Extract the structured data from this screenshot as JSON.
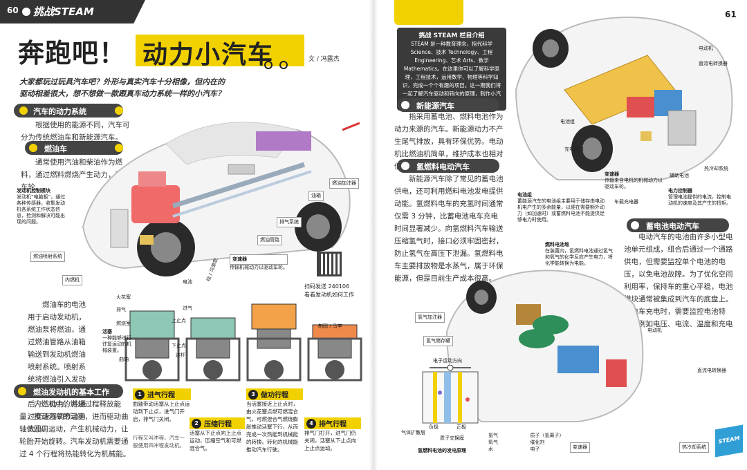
{
  "left_page": {
    "page_number": "60",
    "brand": "挑战STEAM",
    "title_part1": "奔跑吧！",
    "title_part2": "动力小汽车",
    "author": "文 / 冯露杰",
    "lead": "大家都玩过玩具汽车吧？外形与真实汽车十分相像，但内在的驱动相差很大，想不想做一款跟真车动力系统一样的小汽车？",
    "section1": {
      "heading": "汽车的动力系统",
      "text": "根据使用的能源不同，汽车可分为传统燃油车和新能源汽车。"
    },
    "section2": {
      "heading": "燃油车",
      "text": "通常使用汽油和柴油作为燃料，通过燃料燃烧产生动力，驱动车轮。"
    },
    "car_labels": {
      "ecu": "发动机控制模块",
      "ecu_desc": "发动机“电脑板”，通过各种传感器，收集发动机各系统工作状态信息，检测和解决可能出现的问题。",
      "fuel_filler": "燃油加注器",
      "fuel_tank": "油箱",
      "exhaust": "排气系统",
      "fuel_line": "燃油管路",
      "fuel_injection": "燃油喷射系统",
      "engine": "内燃机",
      "transmission": "变速器",
      "transmission_desc": "传输机械动力以驱动车轮。",
      "battery": "电池",
      "illustrator": "绘 / 冯源宏"
    },
    "qr_caption_1": "扫码发送 240106",
    "qr_caption_2": "看看发动机如何工作",
    "section3_text": "燃油车的电池用于启动发动机，燃油泵将燃油，通过燃油管路从油箱输送到发动机燃油喷射系统。喷射系统将燃油引入发动机的燃烧室，点燃后产生动力，并通过变速器调节动力大小。",
    "section4": {
      "heading": "燃油发动机的基本工作原理",
      "text": "内燃机中的燃烧过程释放能量，推动汽车的活塞，进而驱动曲轴做圆周运动，产生机械动力，让轮胎开始旋转。汽车发动机需要通过 4 个行程将热能转化为机械能。"
    },
    "engine_labels": {
      "spark_plug": "火花塞",
      "exhaust": "排气",
      "intake": "进气",
      "combustion": "燃烧室",
      "top": "上止点",
      "bottom": "下止点",
      "piston": "活塞",
      "piston_desc": "一种能够进行往复运动的机械装置。",
      "crank": "曲轴",
      "rod": "连杆",
      "drawing_credit": "制图 / 马李"
    },
    "strokes": [
      {
        "num": "1",
        "title": "进气行程",
        "text": "曲轴带动活塞从上止点运动到下止点，进气门开启，排气门关闭。"
      },
      {
        "num": "2",
        "title": "压缩行程",
        "text": "活塞从下止点向上止点运动，压缩空气和可燃混合气。"
      },
      {
        "num": "3",
        "title": "做功行程",
        "text": "当活塞接近上止点时，由火花塞点燃可燃混合气，可燃混合气燃烧膨胀推动活塞下行，从而完成一次热能到机械能的转换。转化的机械能推动汽车行驶。"
      },
      {
        "num": "4",
        "title": "排气行程",
        "text": "排气门打开，进气门仍关闭，活塞从下止点向上止点运动。"
      }
    ],
    "stroke_note": "行程又叫冲程，汽车一般使用四冲程发动机。"
  },
  "right_page": {
    "page_number": "61",
    "steam_box_title": "挑战 STEAM 栏目介绍",
    "steam_box_text": "STEAM 是一种教育理念，指代科学 Science、技术 Technology、工程 Engineering、艺术 Arts、数学 Mathematics。在这里你可以了解科学原理，工程技术，运用数学、物理等科学知识，完成一个个有趣的项目。这一期我们将一起了解汽车驱动和转向的原理，制作小汽车的底盘。",
    "section_nev": {
      "heading": "新能源汽车",
      "text": "指采用蓄电池、燃料电池作为动力来源的汽车。新能源动力不产生尾气排放，具有环保优势。电动机比燃油机简单，维护成本也相对低。"
    },
    "section_h2": {
      "heading": "氢燃料电动汽车",
      "text": "新能源汽车除了常见的蓄电池供电，还可利用燃料电池发电提供动能。氢燃料电车的充氢时间通常仅需 3 分钟，比蓄电池电车充电时间显著减少。向氢燃料汽车输送压缩氢气时，接口必须牢固密封，防止氢气在高压下泄漏。氢燃料电车主要排放物是水蒸气，属于环保能源，但是目前生产成本很高。"
    },
    "section_bev": {
      "heading": "蓄电池电动汽车",
      "text": "电动汽车的电池由许多小型电池单元组成，组合后通过一个通路供电，但需要监控单个电池的电压，以免电池故障。为了优化空间利用率，保持车的重心平稳，电池模块通常被集成到汽车的底盘上。在电车充电时，需要监控电池特性，例如电压、电流、温度和充电状态。"
    },
    "top_car_labels": {
      "motor": "电动机",
      "dcdc": "直流电转换器",
      "battery_pack": "电池组",
      "charge_port": "充电接口",
      "transmission": "变速器",
      "transmission_desc": "传输来自电机的机械动力以驱动车轮。",
      "aux_battery": "辅助电池",
      "thermal": "热冷却系统",
      "controller": "电力控制器",
      "controller_desc": "管理电池提供的电流，控制电动机的速度及其产生的扭矩。",
      "onboard_charger": "车载充电器",
      "battery_pack_desc_title": "电池组",
      "battery_pack_desc": "蓄能源汽车的电池组主要用于储存由电动机电产生的多余能量，以便在需要额外动力（如加速时）或蓄燃料电池不能提供足够电力时使用。"
    },
    "bottom_car_labels": {
      "h2_filler": "氢气加注器",
      "h2_tank": "氢气储存罐",
      "fuel_cell": "燃料电池堆",
      "fuel_cell_desc": "在装置内，氢燃料电池通过氢气和氧气的化学反应产生电力，将化学能转换为电能。",
      "motor": "电动机",
      "dcdc": "直流电转换器",
      "transmission": "变速器",
      "thermal": "热冷却系统"
    },
    "fuel_cell_diagram": {
      "direction": "电子运动方向",
      "anode": "负极",
      "cathode": "正极",
      "gas_diffusion": "气体扩散层",
      "membrane": "质子交换膜",
      "caption": "氢燃料电池的发电原理",
      "legend": [
        "氢气",
        "氧气",
        "水",
        "质子（氢离子）",
        "催化剂",
        "电子"
      ]
    },
    "logo_text": "STEAM"
  }
}
